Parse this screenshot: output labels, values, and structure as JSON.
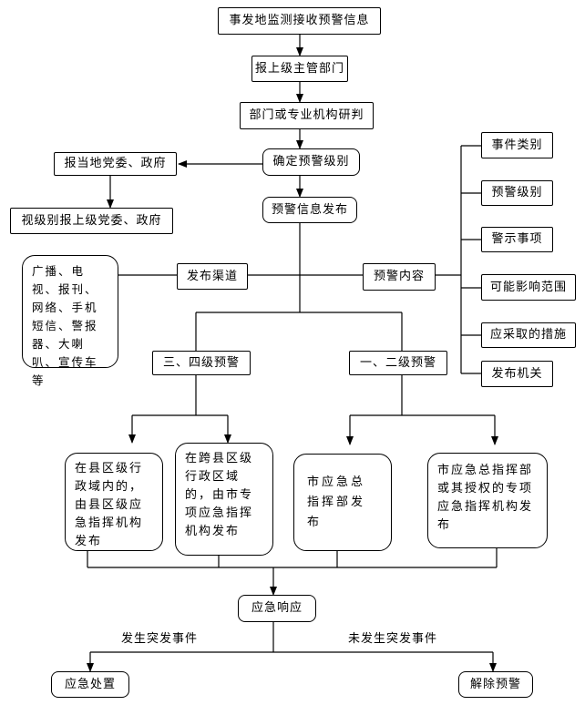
{
  "flowchart": {
    "monitor": "事发地监测接收预警信息",
    "report_dept": "报上级主管部门",
    "expert_judge": "部门或专业机构研判",
    "determine_level": "确定预警级别",
    "report_local": "报当地党委、政府",
    "report_superior": "视级别报上级党委、政府",
    "publish": "预警信息发布",
    "channel": "发布渠道",
    "channel_detail": "广播、电视、报刊、网络、手机短信、警报器、大喇叭、宣传车等",
    "content": "预警内容",
    "content_items": [
      "事件类别",
      "预警级别",
      "警示事项",
      "可能影响范围",
      "应采取的措施",
      "发布机关"
    ],
    "level_34": "三、四级预警",
    "level_12": "一、二级预警",
    "pub_county": "在县区级行政域内的，由县区级应急指挥机构发布",
    "pub_cross": "在跨县区级行政区域的，由市专项应急指挥机构发布",
    "pub_city": "市应急总指挥部发布",
    "pub_city_auth": "市应急总指挥部或其授权的专项应急指挥机构发布",
    "response": "应急响应",
    "event_yes": "发生突发事件",
    "event_no": "未发生突发事件",
    "handle": "应急处置",
    "cancel": "解除预警"
  }
}
